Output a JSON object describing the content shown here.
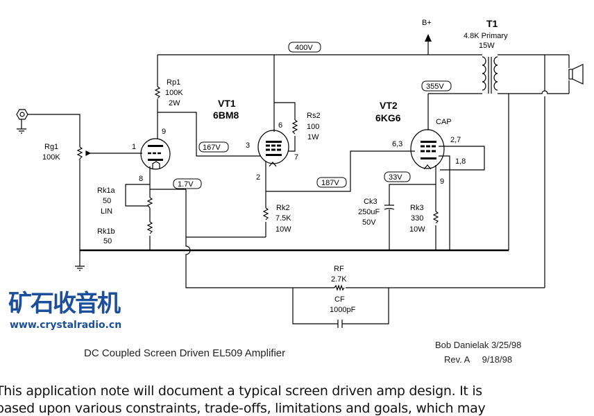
{
  "schematic": {
    "supply": {
      "label": "B+",
      "rail_voltage": "400V"
    },
    "transformer": {
      "ref": "T1",
      "spec1": "4.8K Primary",
      "spec2": "15W"
    },
    "vt1": {
      "ref": "VT1",
      "type": "6BM8",
      "pins": {
        "p9": "9",
        "p1": "1",
        "p8": "8",
        "p3": "3",
        "p6": "6",
        "p7": "7",
        "p2": "2"
      }
    },
    "vt2": {
      "ref": "VT2",
      "type": "6KG6",
      "cap": "CAP",
      "pins": {
        "p63": "6,3",
        "p27": "2,7",
        "p18": "1,8",
        "p9": "9"
      }
    },
    "voltages": {
      "v355": "355V",
      "v167": "167V",
      "v17": "1.7V",
      "v187": "187V",
      "v33": "33V"
    },
    "components": {
      "rg1": {
        "ref": "Rg1",
        "value": "100K"
      },
      "rp1": {
        "ref": "Rp1",
        "value": "100K",
        "rating": "2W"
      },
      "rs2": {
        "ref": "Rs2",
        "value": "100",
        "rating": "1W"
      },
      "rk1a": {
        "ref": "Rk1a",
        "value": "50",
        "taper": "LIN"
      },
      "rk1b": {
        "ref": "Rk1b",
        "value": "50"
      },
      "rk2": {
        "ref": "Rk2",
        "value": "7.5K",
        "rating": "10W"
      },
      "ck3": {
        "ref": "Ck3",
        "value": "250uF",
        "rating": "50V"
      },
      "rk3": {
        "ref": "Rk3",
        "value": "330",
        "rating": "10W"
      },
      "rf": {
        "ref": "RF",
        "value": "2.7K"
      },
      "cf": {
        "ref": "CF",
        "value": "1000pF"
      }
    },
    "title": "DC Coupled Screen Driven EL509 Amplifier",
    "author": "Bob Danielak  3/25/98",
    "revision": "Rev. A     9/18/98"
  },
  "body": {
    "line1": "This application note will document a typical screen driven amp design.  It is",
    "line2": "based upon various constraints, trade-offs, limitations and goals, which may"
  },
  "watermark": {
    "cn": "矿石收音机",
    "url": "www.crystalradio.cn"
  }
}
